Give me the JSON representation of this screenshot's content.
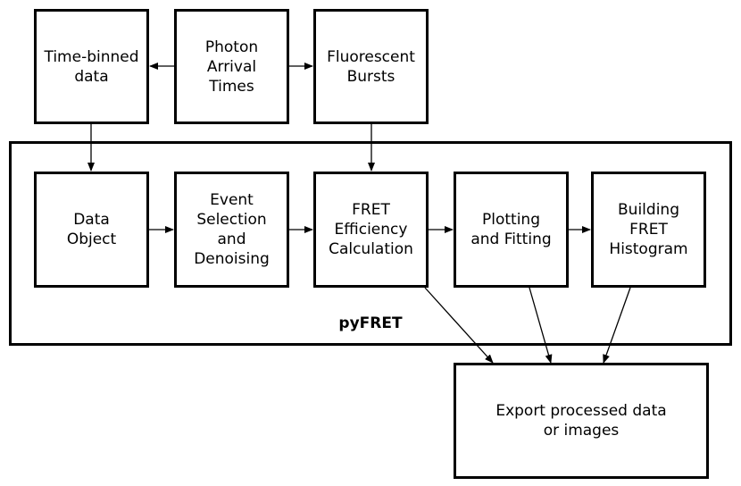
{
  "inputs": {
    "time_binned": "Time-binned\ndata",
    "photon_times": "Photon\nArrival\nTimes",
    "bursts": "Fluorescent\nBursts"
  },
  "pyfret": {
    "label": "pyFRET",
    "data_object": "Data\nObject",
    "event_selection": "Event\nSelection\nand\nDenoising",
    "fret_efficiency": "FRET\nEfficiency\nCalculation",
    "plotting": "Plotting\nand Fitting",
    "histogram": "Building\nFRET\nHistogram"
  },
  "output": {
    "export": "Export processed data\nor images"
  },
  "colors": {
    "stroke": "#000000",
    "fill": "#ffffff"
  }
}
